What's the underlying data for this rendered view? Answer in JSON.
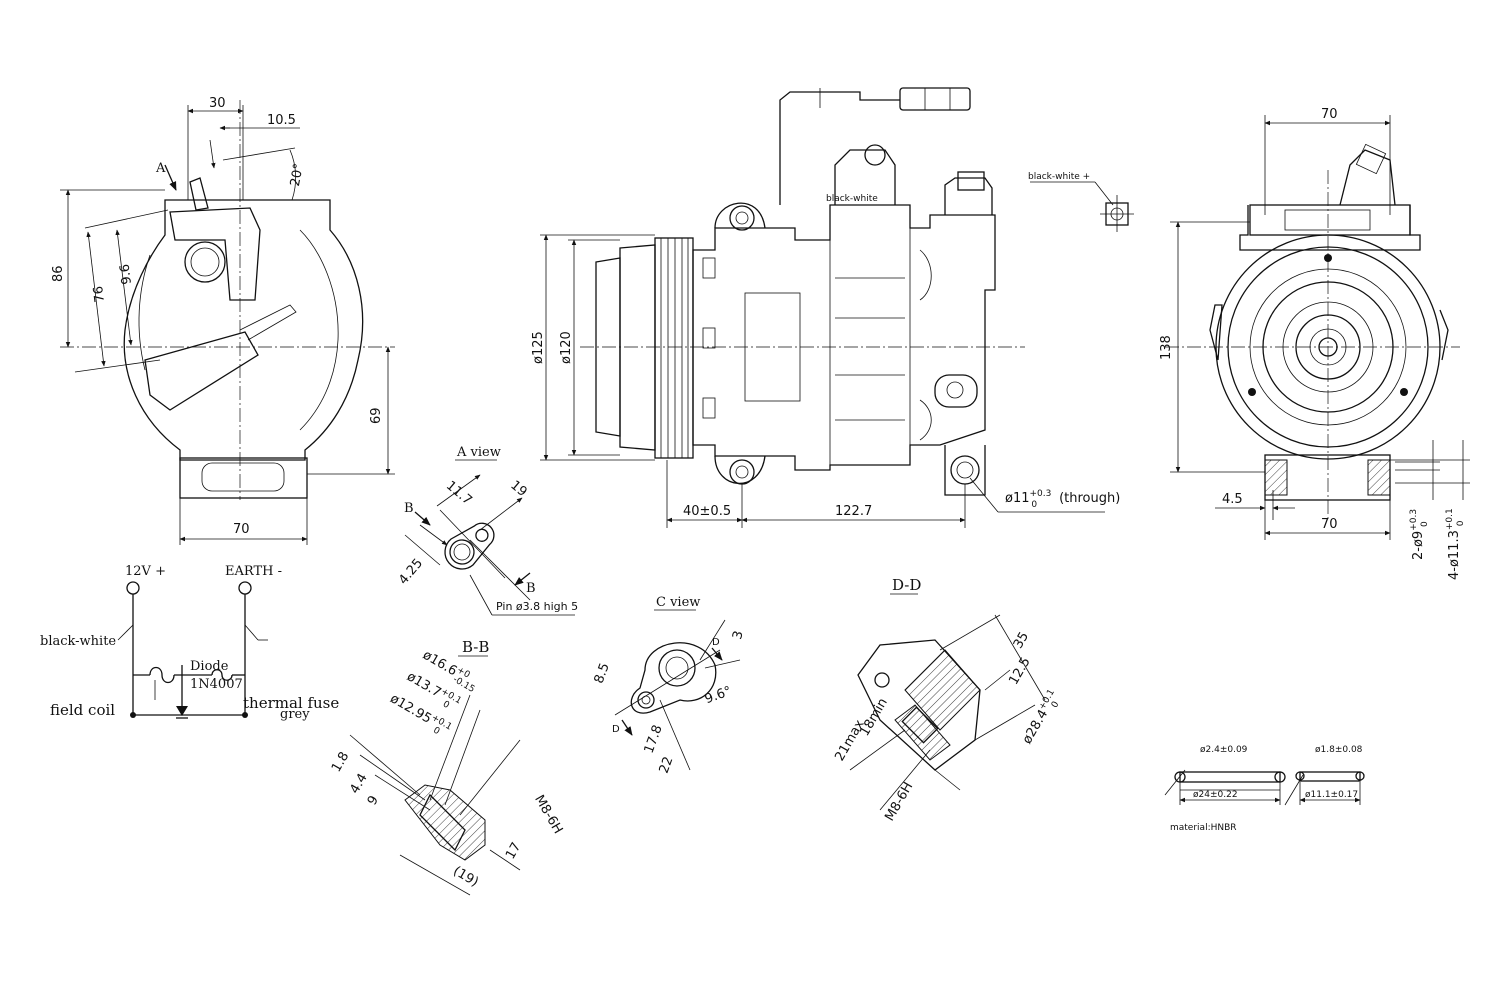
{
  "left_view": {
    "dims": {
      "w30": "30",
      "w10_5": "10.5",
      "angle20": "20°",
      "h86": "86",
      "h76": "76",
      "h9_6": "9.6",
      "h69": "69",
      "w70": "70"
    },
    "mark_A": "A"
  },
  "center_view": {
    "dims": {
      "d125": "ø125",
      "d120": "ø120",
      "l40": "40±0.5",
      "l122": "122.7",
      "through_prefix": "ø11",
      "through_sup": "+0.3",
      "through_sub": "0",
      "through_suffix": "(through)"
    },
    "connector_label": "black-white"
  },
  "connector_small": {
    "label": "black-white +"
  },
  "right_view": {
    "dims": {
      "top70": "70",
      "h138": "138",
      "w4_5": "4.5",
      "bottom70": "70",
      "hole2_prefix": "2-ø9",
      "hole2_sup": "+0.3",
      "hole2_sub": "0",
      "hole4_prefix": "4-ø11.3",
      "hole4_sup": "+0.1",
      "hole4_sub": "0"
    }
  },
  "a_view": {
    "title": "A view",
    "dims": {
      "d11_7": "11.7",
      "d19": "19",
      "d4_25": "4.25"
    },
    "mark_B1": "B",
    "mark_B2": "B",
    "pin_note": "Pin ø3.8 high 5"
  },
  "wiring": {
    "v12": "12V +",
    "earth": "EARTH -",
    "black_white": "black-white",
    "diode": "Diode",
    "diode_part": "1N4007",
    "field_coil": "field coil",
    "thermal_fuse": "thermal fuse",
    "grey": "grey"
  },
  "bb_section": {
    "title": "B-B",
    "dims": {
      "d16_6": "ø16.6",
      "d16_6_tol_sup": "+0",
      "d16_6_tol_sub": "-0.15",
      "d13_7": "ø13.7",
      "d13_7_tol_sup": "+0.1",
      "d13_7_tol_sub": "0",
      "d12_95": "ø12.95",
      "d12_95_tol_sup": "+0.1",
      "d12_95_tol_sub": "0",
      "l1_8": "1.8",
      "l4_4": "4.4",
      "l9": "9",
      "m8": "M8-6H",
      "l17": "17",
      "l19": "(19)"
    }
  },
  "c_view": {
    "title": "C view",
    "dims": {
      "d3": "3",
      "d8_5": "8.5",
      "d9_6": "9.6°",
      "d17_8": "17.8",
      "d22": "22"
    },
    "mark_D1": "D",
    "mark_D2": "D"
  },
  "dd_section": {
    "title": "D-D",
    "dims": {
      "d35": "35",
      "d12_5": "12.5",
      "d28_4": "ø28.4",
      "d28_4_sup": "+0.1",
      "d28_4_sub": "0",
      "d18min": "18min",
      "d21max": "21max",
      "m8": "M8-6H"
    }
  },
  "orings": {
    "ring1_cs": "ø2.4±0.09",
    "ring1_id": "ø24±0.22",
    "ring2_cs": "ø1.8±0.08",
    "ring2_id": "ø11.1±0.17",
    "material": "material:HNBR"
  }
}
